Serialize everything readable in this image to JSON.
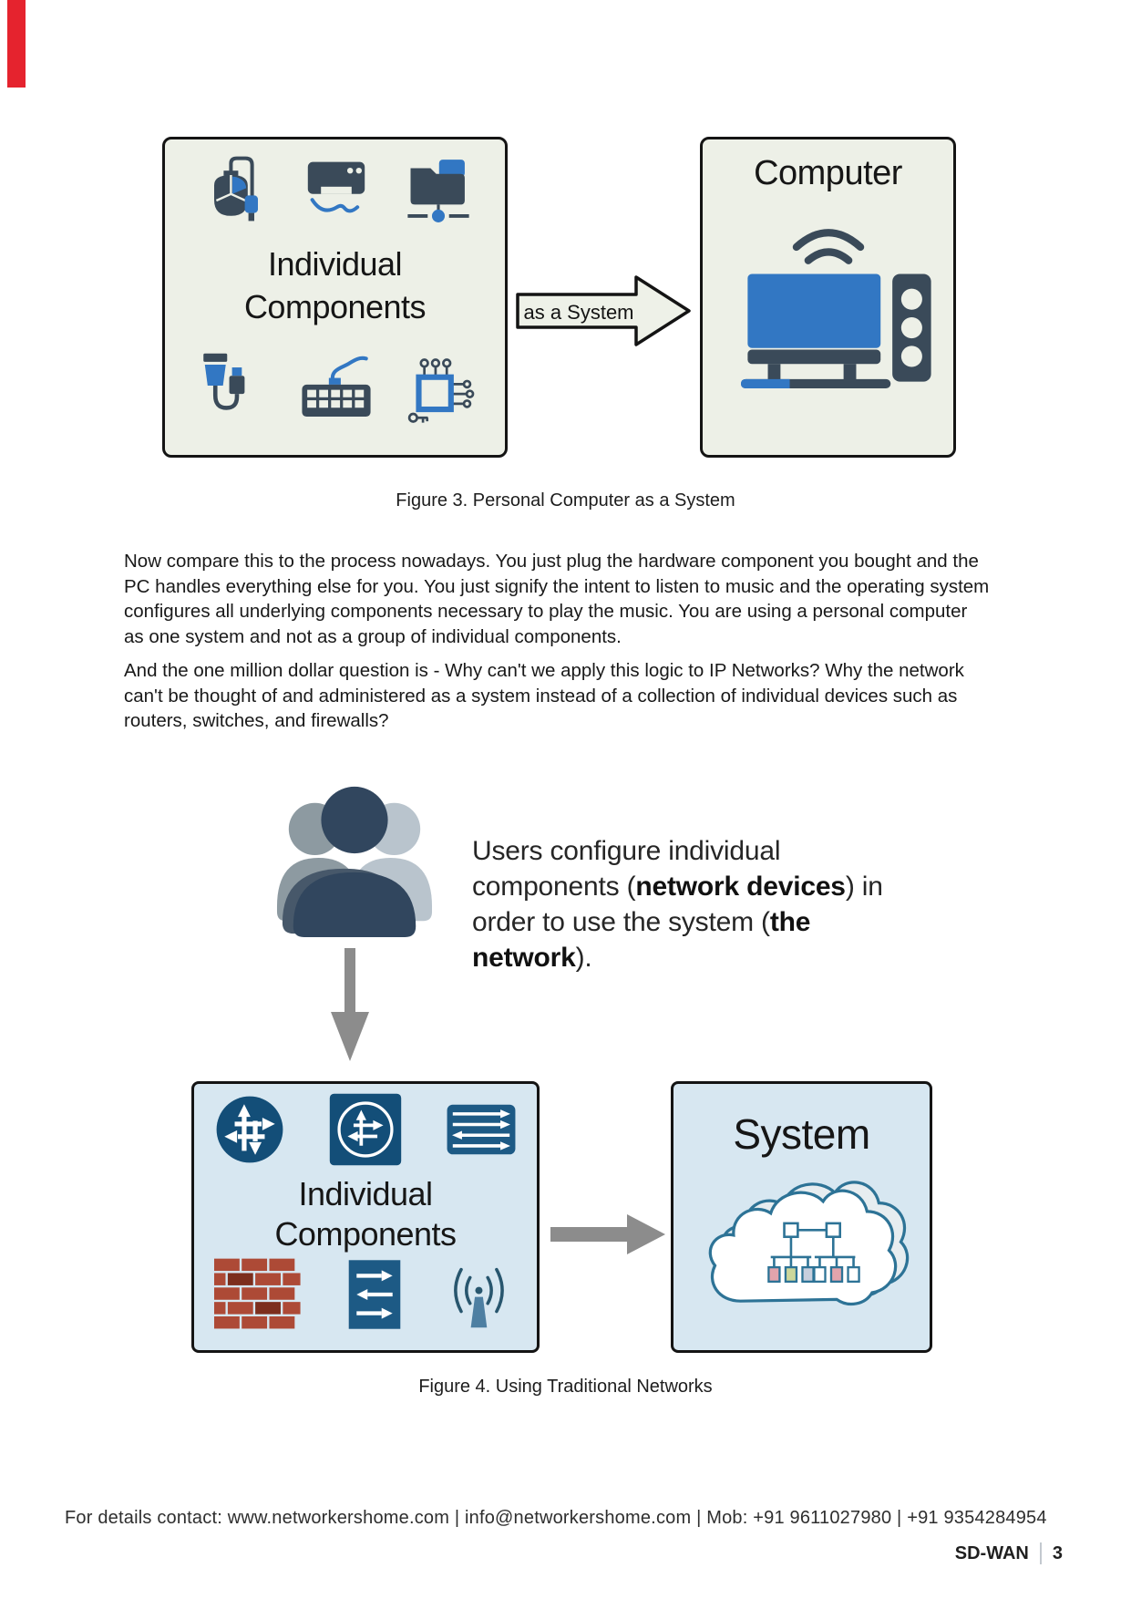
{
  "figure3": {
    "left_box": {
      "label_line1": "Individual",
      "label_line2": "Components"
    },
    "arrow_label": "as a System",
    "right_box": {
      "title": "Computer"
    },
    "caption": "Figure 3. Personal Computer as a System"
  },
  "body": {
    "paragraph1": "Now compare this to the process nowadays. You just plug the hardware component you bought and the PC handles everything else for you. You just signify the intent to listen to music and the operating system configures all underlying components necessary to play the music. You are using a personal computer as one system and not as a group of individual components.",
    "paragraph2": "And the one million dollar question is - Why can't we apply this logic to IP Networks? Why the network can't be thought of and administered as a system instead of a collection of individual devices such as routers, switches, and firewalls?"
  },
  "figure4": {
    "users_note": {
      "part1": "Users configure individual components (",
      "bold1": "network devices",
      "part2": ") in order to use the system (",
      "bold2": "the network",
      "part3": ")."
    },
    "left_box": {
      "label_line1": "Individual",
      "label_line2": "Components"
    },
    "right_box": {
      "title": "System"
    },
    "caption": "Figure 4. Using Traditional Networks"
  },
  "footer": {
    "contact": "For details contact: www.networkershome.com | info@networkershome.com | Mob: +91 9611027980 | +91 9354284954",
    "doc_title": "SD-WAN",
    "page_number": "3"
  },
  "colors": {
    "accent_red": "#e5232e",
    "fig3_box_bg": "#edf0e7",
    "fig4_box_bg": "#d7e7f1",
    "icon_dark": "#3a4a59",
    "icon_blue": "#3277c3",
    "router_blue": "#134e78",
    "switch_blue": "#1d5a85",
    "brick_red": "#ad4a36",
    "brick_dark": "#7c2e1d",
    "cloud_stroke": "#2d7396",
    "arrow_gray": "#8c8c8c"
  }
}
